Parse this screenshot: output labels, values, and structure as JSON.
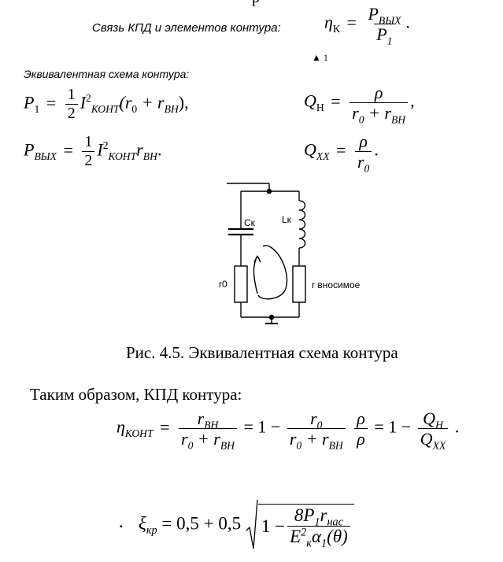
{
  "doc": {
    "top_fragment": "р",
    "relation_label": "Связь КПД и элементов контура:",
    "eta_k": {
      "lhs": "η",
      "lhs_sub": "К",
      "num": "P",
      "num_sub": "ВЫХ",
      "den": "P",
      "den_sub": "1",
      "end": "."
    },
    "stray_mark": "▲ 1",
    "equiv_label": "Эквивалентная схема контура:",
    "p1": {
      "lhs": "P",
      "lhs_sub": "1",
      "half_num": "1",
      "half_den": "2",
      "I": "I",
      "I_sub": "КОНТ",
      "I_sup": "2",
      "rest": "(r",
      "r0_sub": "0",
      "plus": "+ r",
      "rvn_sub": "ВН",
      "end": "),"
    },
    "pvyx": {
      "lhs": "P",
      "lhs_sub": "ВЫХ",
      "half_num": "1",
      "half_den": "2",
      "I": "I",
      "I_sub": "КОНТ",
      "I_sup": "2",
      "r": "r",
      "r_sub": "ВН",
      "end": "."
    },
    "qh": {
      "lhs": "Q",
      "lhs_sub": "Н",
      "num": "ρ",
      "den": "r",
      "den_sub0": "0",
      "den_plus": "+ r",
      "den_sub1": "ВН",
      "end": ","
    },
    "qxx": {
      "lhs": "Q",
      "lhs_sub": "ХХ",
      "num": "ρ",
      "den": "r",
      "den_sub": "0",
      "end": "."
    },
    "circuit": {
      "ck": "Ск",
      "lk": "Lк",
      "r0": "r0",
      "rvn": "r вносимое"
    },
    "caption": "Рис. 4.5. Эквивалентная схема контура",
    "conclusion": "Таким образом, КПД контура:",
    "eta_kont": {
      "lhs": "η",
      "lhs_sub": "КОНТ",
      "f1_num": "r",
      "f1_num_sub": "ВН",
      "f1_den": "r",
      "f1_den_sub0": "0",
      "f1_den_plus": "+ r",
      "f1_den_sub1": "ВН",
      "eq2": "= 1 −",
      "f2_num": "r",
      "f2_num_sub": "0",
      "f2_den": "r",
      "f2_den_sub0": "0",
      "f2_den_plus": "+ r",
      "f2_den_sub1": "ВН",
      "f3_num": "ρ",
      "f3_den": "ρ",
      "eq3": "= 1 −",
      "f4_num": "Q",
      "f4_num_sub": "Н",
      "f4_den": "Q",
      "f4_den_sub": "ХХ",
      "end": "."
    },
    "xi": {
      "bullet": "▪",
      "lhs": "ξ",
      "lhs_sub": "кр",
      "rhs": "= 0,5 + 0,5",
      "one_minus": "1 −",
      "num": "8P",
      "num_sub": "1",
      "num_r": "r",
      "num_r_sub": "нас",
      "den": "E",
      "den_sup": "2",
      "den_sub": "к",
      "den_alpha": "α",
      "den_alpha_sub": "1",
      "den_theta": "(θ)"
    }
  }
}
